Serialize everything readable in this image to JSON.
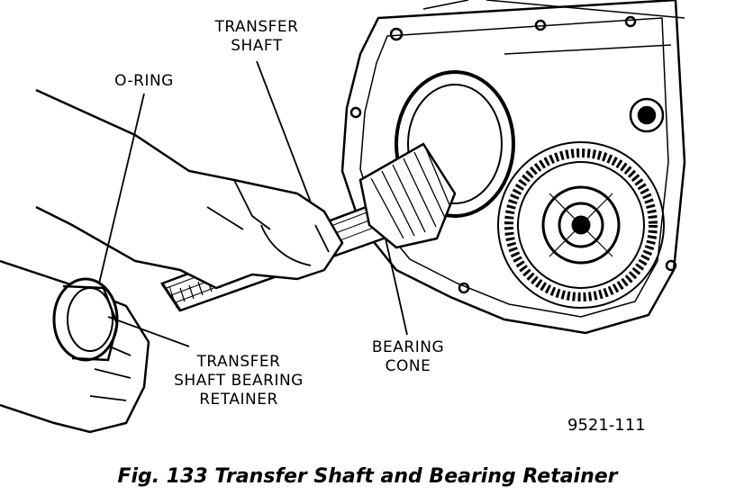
{
  "diagram": {
    "labels": {
      "transfer_shaft": [
        "TRANSFER",
        "SHAFT"
      ],
      "o_ring": [
        "O-RING"
      ],
      "bearing_cone": [
        "BEARING",
        "CONE"
      ],
      "bearing_retainer": [
        "TRANSFER",
        "SHAFT BEARING",
        "RETAINER"
      ]
    },
    "figure_code": "9521-111",
    "caption": "Fig. 133 Transfer Shaft and Bearing Retainer"
  },
  "colors": {
    "ink": "#000000",
    "paper": "#ffffff"
  }
}
